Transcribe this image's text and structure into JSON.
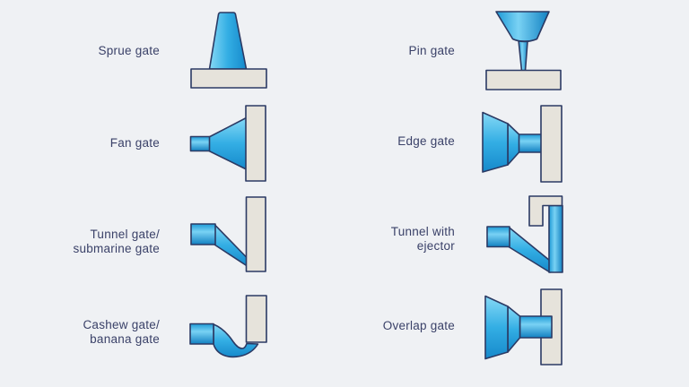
{
  "colors": {
    "background": "#EFF1F4",
    "outline": "#2B3A64",
    "plate_fill": "#E6E3DB",
    "gate_blue_light": "#86D9F6",
    "gate_blue_mid": "#33AEE4",
    "gate_blue_dark": "#1689CB",
    "label_text": "#3A4168"
  },
  "figures": [
    {
      "id": "sprue-gate",
      "label": "Sprue gate"
    },
    {
      "id": "pin-gate",
      "label": "Pin gate"
    },
    {
      "id": "fan-gate",
      "label": "Fan gate"
    },
    {
      "id": "edge-gate",
      "label": "Edge gate"
    },
    {
      "id": "tunnel-gate",
      "label": "Tunnel gate/\nsubmarine gate"
    },
    {
      "id": "tunnel-ejector",
      "label": "Tunnel with\nejector"
    },
    {
      "id": "cashew-gate",
      "label": "Cashew gate/\nbanana gate"
    },
    {
      "id": "overlap-gate",
      "label": "Overlap gate"
    }
  ]
}
